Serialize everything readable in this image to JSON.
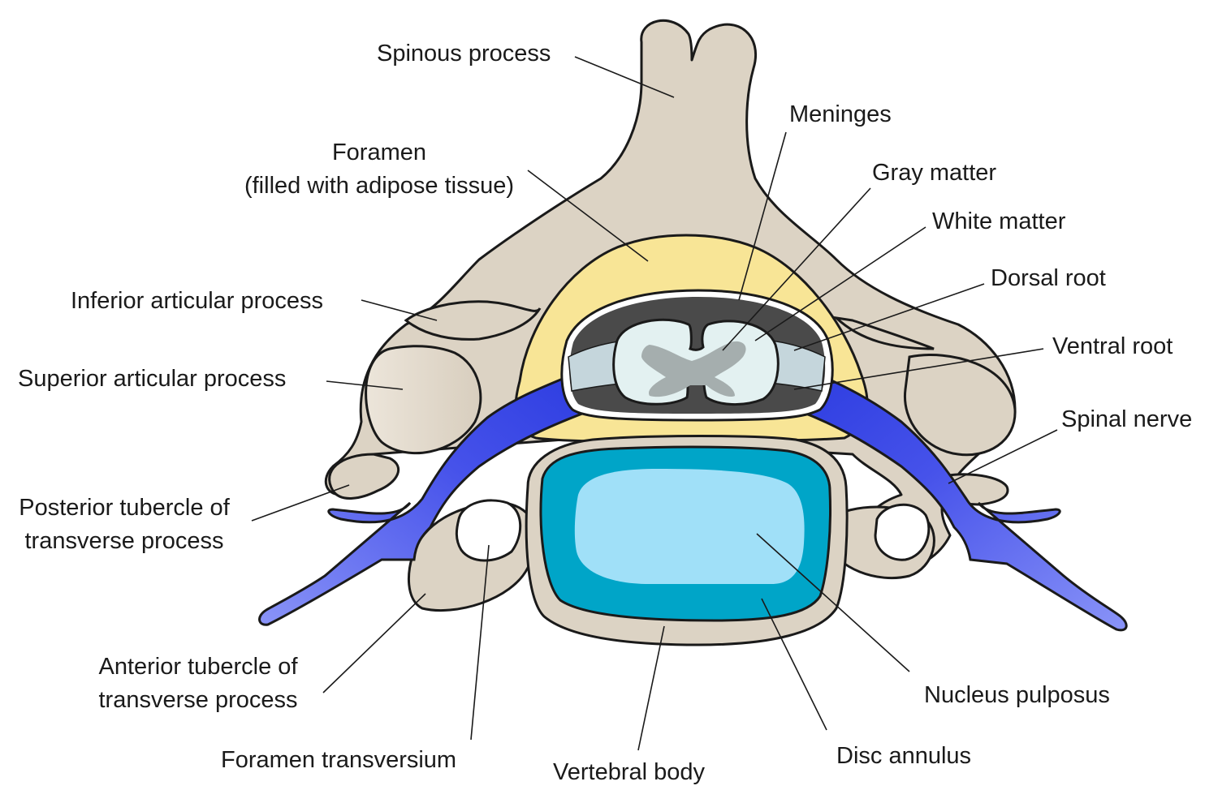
{
  "diagram": {
    "labels": {
      "spinous_process": "Spinous process",
      "meninges": "Meninges",
      "foramen_line1": "Foramen",
      "foramen_line2": "(filled with adipose tissue)",
      "gray_matter": "Gray matter",
      "white_matter": "White matter",
      "dorsal_root": "Dorsal root",
      "inferior_articular_process": "Inferior articular process",
      "ventral_root": "Ventral root",
      "superior_articular_process": "Superior articular process",
      "spinal_nerve": "Spinal nerve",
      "posterior_tubercle_line1": "Posterior tubercle of",
      "posterior_tubercle_line2": "transverse process",
      "anterior_tubercle_line1": "Anterior tubercle of",
      "anterior_tubercle_line2": "transverse process",
      "nucleus_pulposus": "Nucleus pulposus",
      "foramen_transversium": "Foramen transversium",
      "vertebral_body": "Vertebral body",
      "disc_annulus": "Disc annulus"
    },
    "colors": {
      "bone": "#dcd3c4",
      "adipose": "#f8e596",
      "nerve": "#4a55e6",
      "disc_annulus": "#00a5c8",
      "nucleus": "#a0e0f8",
      "spinal_cord": "#e3f1f1",
      "gray_matter": "#a5aeae",
      "csf_dark": "#4a4a4a"
    }
  }
}
